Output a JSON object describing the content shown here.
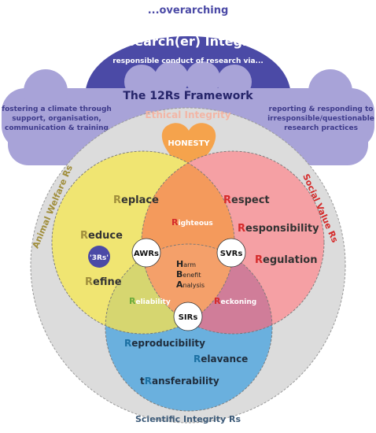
{
  "header": {
    "overarching": "...overarching",
    "title": "Research(er)  Integrity",
    "subtitle": "responsible conduct of research via...",
    "framework": "The 12Rs Framework"
  },
  "side_left": {
    "line1": "fostering a climate through",
    "line2": "support, organisation,",
    "line3": "communication & training"
  },
  "side_right": {
    "line1": "reporting & responding to",
    "line2": "irresponsible/questionable",
    "line3": "research practices"
  },
  "ethical_integrity": "Ethical Integrity",
  "honesty": "HONESTY",
  "arc_labels": {
    "animal_welfare": "Animal Welfare Rs",
    "social_value": "Social Value Rs",
    "scientific_integrity": "Scientific Integrity Rs"
  },
  "animal_welfare_rs": [
    {
      "initial": "R",
      "rest": "eplace"
    },
    {
      "initial": "R",
      "rest": "educe"
    },
    {
      "initial": "R",
      "rest": "efine"
    }
  ],
  "three_rs": "'3Rs'",
  "social_value_rs": [
    {
      "initial": "R",
      "rest": "espect"
    },
    {
      "initial": "R",
      "rest": "esponsibility"
    },
    {
      "initial": "R",
      "rest": "egulation"
    }
  ],
  "scientific_rs": [
    {
      "initial": "R",
      "rest": "eproducibility"
    },
    {
      "initial": "R",
      "rest": "elavance"
    },
    {
      "prefix": "t",
      "initial": "R",
      "rest": "ansferability"
    }
  ],
  "overlaps": {
    "righteous": {
      "initial": "R",
      "rest": "ighteous"
    },
    "reliability": {
      "initial": "R",
      "rest": "eliability"
    },
    "reckoning": {
      "initial": "R",
      "rest": "eckoning"
    }
  },
  "badges": {
    "awr": "AWRs",
    "svr": "SVRs",
    "sir": "SIRs"
  },
  "center": {
    "harm": {
      "initial": "H",
      "rest": "arm"
    },
    "benefit": {
      "initial": "B",
      "rest": "enefit"
    },
    "analysis": {
      "initial": "A",
      "rest": "nalysis"
    }
  },
  "colors": {
    "arch": "#4b4aa6",
    "cloud": "#a8a3d8",
    "gray_circle": "#dcdcdc",
    "yellow": "#f0e572",
    "pink": "#f5a0a4",
    "blue": "#6ab0de",
    "orange": "#f49a5c",
    "heart": "#f5a34c",
    "aw_initial": "#a08e3c",
    "sv_initial": "#d52b2b",
    "si_initial": "#1a6fa2",
    "reliability_initial": "#6bab3c"
  }
}
